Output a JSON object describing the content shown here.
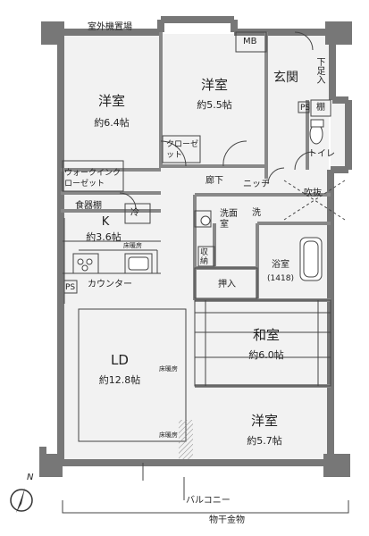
{
  "rooms": {
    "western_1": {
      "name": "洋室",
      "area": "約6.4帖"
    },
    "western_2": {
      "name": "洋室",
      "area": "約5.5帖"
    },
    "entrance": {
      "name": "玄関"
    },
    "shoe_closet": {
      "name": "下足入"
    },
    "shelf": {
      "name": "棚"
    },
    "ps_top": {
      "name": "PS"
    },
    "toilet": {
      "name": "トイレ"
    },
    "closet": {
      "name": "クローゼット"
    },
    "walkin": {
      "name": "ウォークインクローゼット"
    },
    "hallway": {
      "name": "廊下"
    },
    "niche": {
      "name": "ニッチ"
    },
    "void": {
      "name": "吹抜"
    },
    "pantry": {
      "name": "食器棚"
    },
    "kitchen": {
      "name": "K",
      "area": "約3.6帖"
    },
    "fridge": {
      "name": "冷"
    },
    "floor_heat_1": {
      "name": "床暖房"
    },
    "washroom": {
      "name": "洗面室"
    },
    "laundry": {
      "name": "洗"
    },
    "storage": {
      "name": "収納"
    },
    "bath": {
      "name": "浴室",
      "size": "(1418)"
    },
    "ps_kitchen": {
      "name": "PS"
    },
    "counter": {
      "name": "カウンター"
    },
    "oshiire": {
      "name": "押入"
    },
    "ld": {
      "name": "LD",
      "area": "約12.8帖"
    },
    "floor_heat_2": {
      "name": "床暖房"
    },
    "floor_heat_3": {
      "name": "床暖房"
    },
    "japanese": {
      "name": "和室",
      "area": "約6.0帖"
    },
    "western_3": {
      "name": "洋室",
      "area": "約5.7帖"
    },
    "outdoor_unit": {
      "name": "室外機置場"
    },
    "mb": {
      "name": "MB"
    },
    "balcony": {
      "name": "バルコニー"
    },
    "drying": {
      "name": "物干金物"
    }
  },
  "compass": {
    "label": "N"
  }
}
